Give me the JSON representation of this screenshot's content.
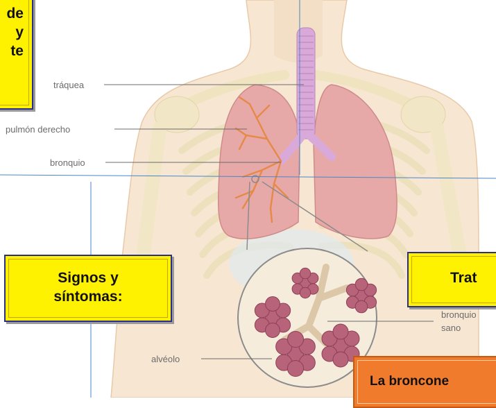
{
  "diagram": {
    "labels": {
      "trachea": "tráquea",
      "right_lung": "pulmón derecho",
      "bronchus": "bronquio",
      "alveolus": "alvéolo",
      "healthy_bronchus_line1": "bronquio",
      "healthy_bronchus_line2": "sano"
    },
    "colors": {
      "lung": "#e7a9a8",
      "trachea": "#d9a9d9",
      "alveoli": "#b7637a",
      "bronchial_tree": "#e68a4a",
      "body_skin": "#f7e7d2",
      "skeleton": "#efe7c9",
      "guide_lines": "#4a86c8"
    }
  },
  "boxes": {
    "top_left": {
      "line1": "de",
      "line2": "y",
      "line3": "te"
    },
    "signs": {
      "line1": "Signos y",
      "line2": "síntomas:"
    },
    "treatment": {
      "text": "Trat"
    },
    "bronco": {
      "text": "La broncone"
    }
  }
}
